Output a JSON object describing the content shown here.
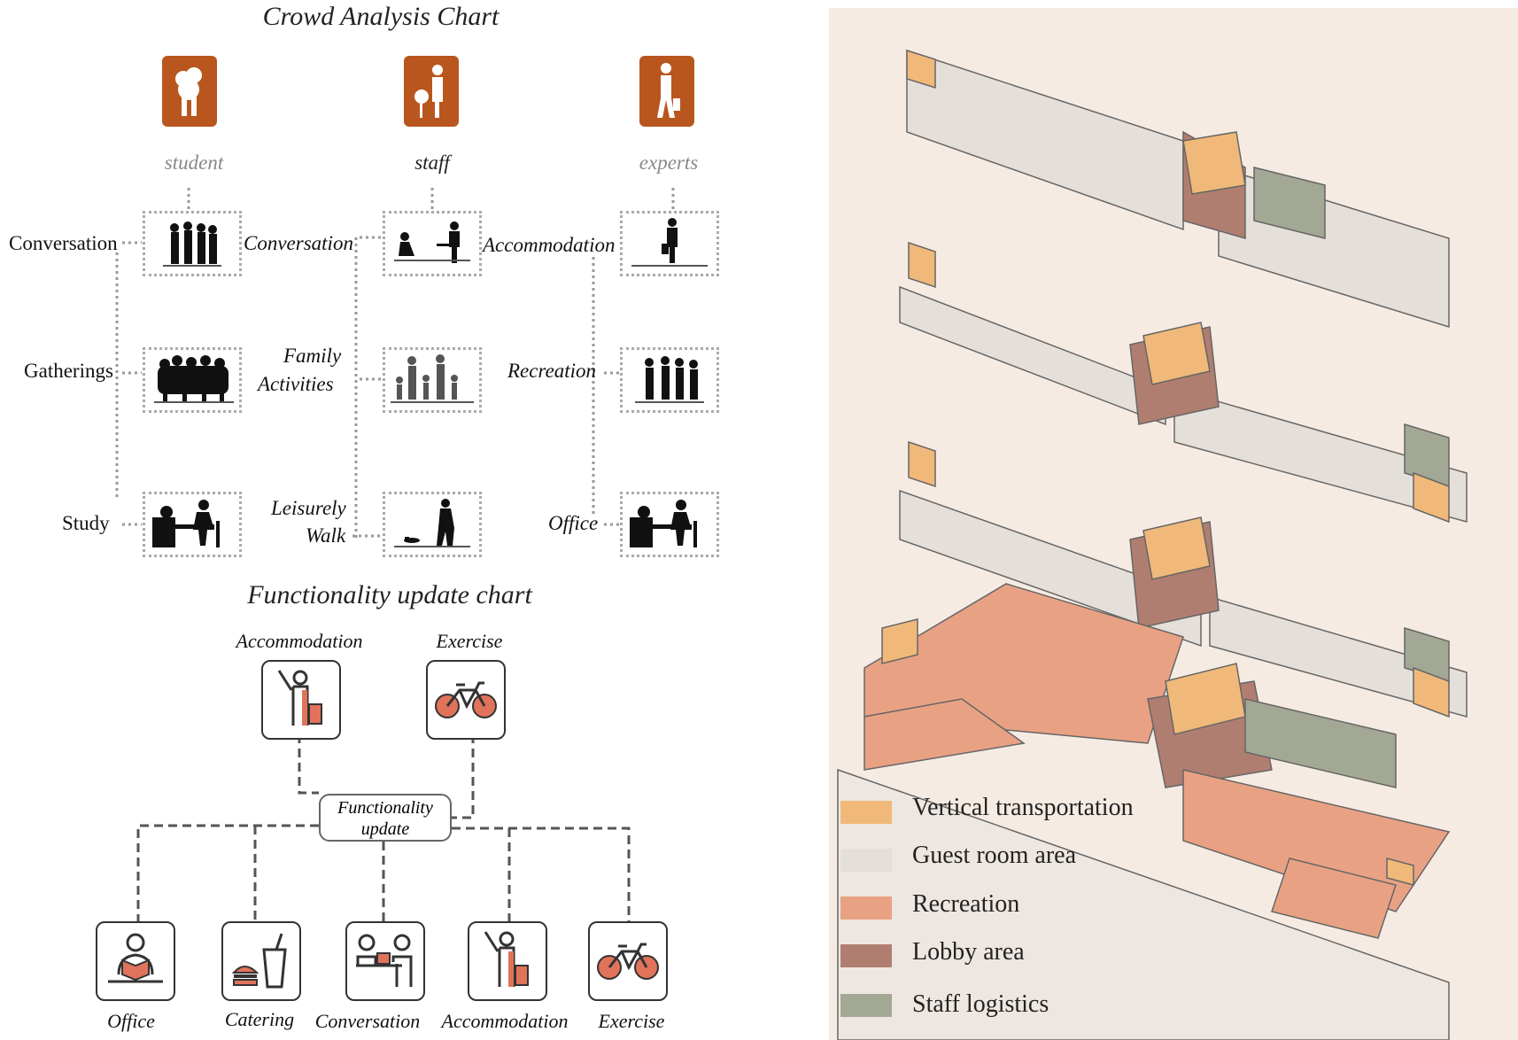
{
  "crowd_chart": {
    "title": "Crowd Analysis Chart",
    "groups": [
      {
        "name": "student",
        "activities": [
          "Conversation",
          "Gatherings",
          "Study"
        ]
      },
      {
        "name": "staff",
        "activities": [
          "Conversation",
          "Family",
          "Activities",
          "Leisurely",
          "Walk"
        ]
      },
      {
        "name": "experts",
        "activities": [
          "Accommodation",
          "Recreation",
          "Office"
        ]
      }
    ]
  },
  "function_chart": {
    "title": "Functionality update chart",
    "top": [
      "Accommodation",
      "Exercise"
    ],
    "hub": [
      "Functionality",
      "update"
    ],
    "bottom": [
      "Office",
      "Catering",
      "Conversation",
      "Accommodation",
      "Exercise"
    ]
  },
  "legend": [
    {
      "label": "Vertical transportation",
      "color": "#f0b97a"
    },
    {
      "label": "Guest room area",
      "color": "#e5dfda"
    },
    {
      "label": "Recreation",
      "color": "#e8a283"
    },
    {
      "label": "Lobby area",
      "color": "#b07e70"
    },
    {
      "label": "Staff logistics",
      "color": "#a3a894"
    }
  ],
  "colors": {
    "accent": "#b9561e",
    "bike": "#e0735a",
    "panel": "#f6ebe3"
  }
}
